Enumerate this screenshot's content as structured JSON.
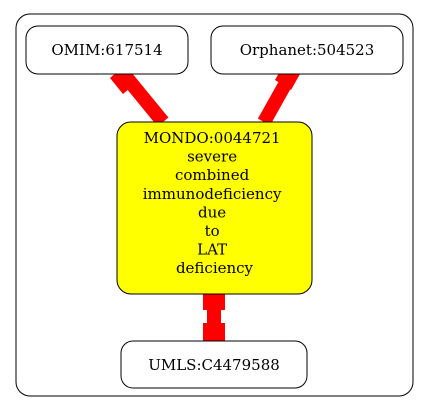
{
  "colors": {
    "edge": "#ff0000",
    "main_node_fill": "#ffff00",
    "node_stroke": "#000000",
    "background": "#ffffff"
  },
  "nodes": {
    "omim": {
      "label": "OMIM:617514"
    },
    "orphanet": {
      "label": "Orphanet:504523"
    },
    "mondo": {
      "lines": [
        "MONDO:0044721",
        "severe",
        "combined",
        "immunodeficiency",
        "due",
        "to",
        "LAT",
        "deficiency"
      ]
    },
    "umls": {
      "label": "UMLS:C4479588"
    }
  }
}
